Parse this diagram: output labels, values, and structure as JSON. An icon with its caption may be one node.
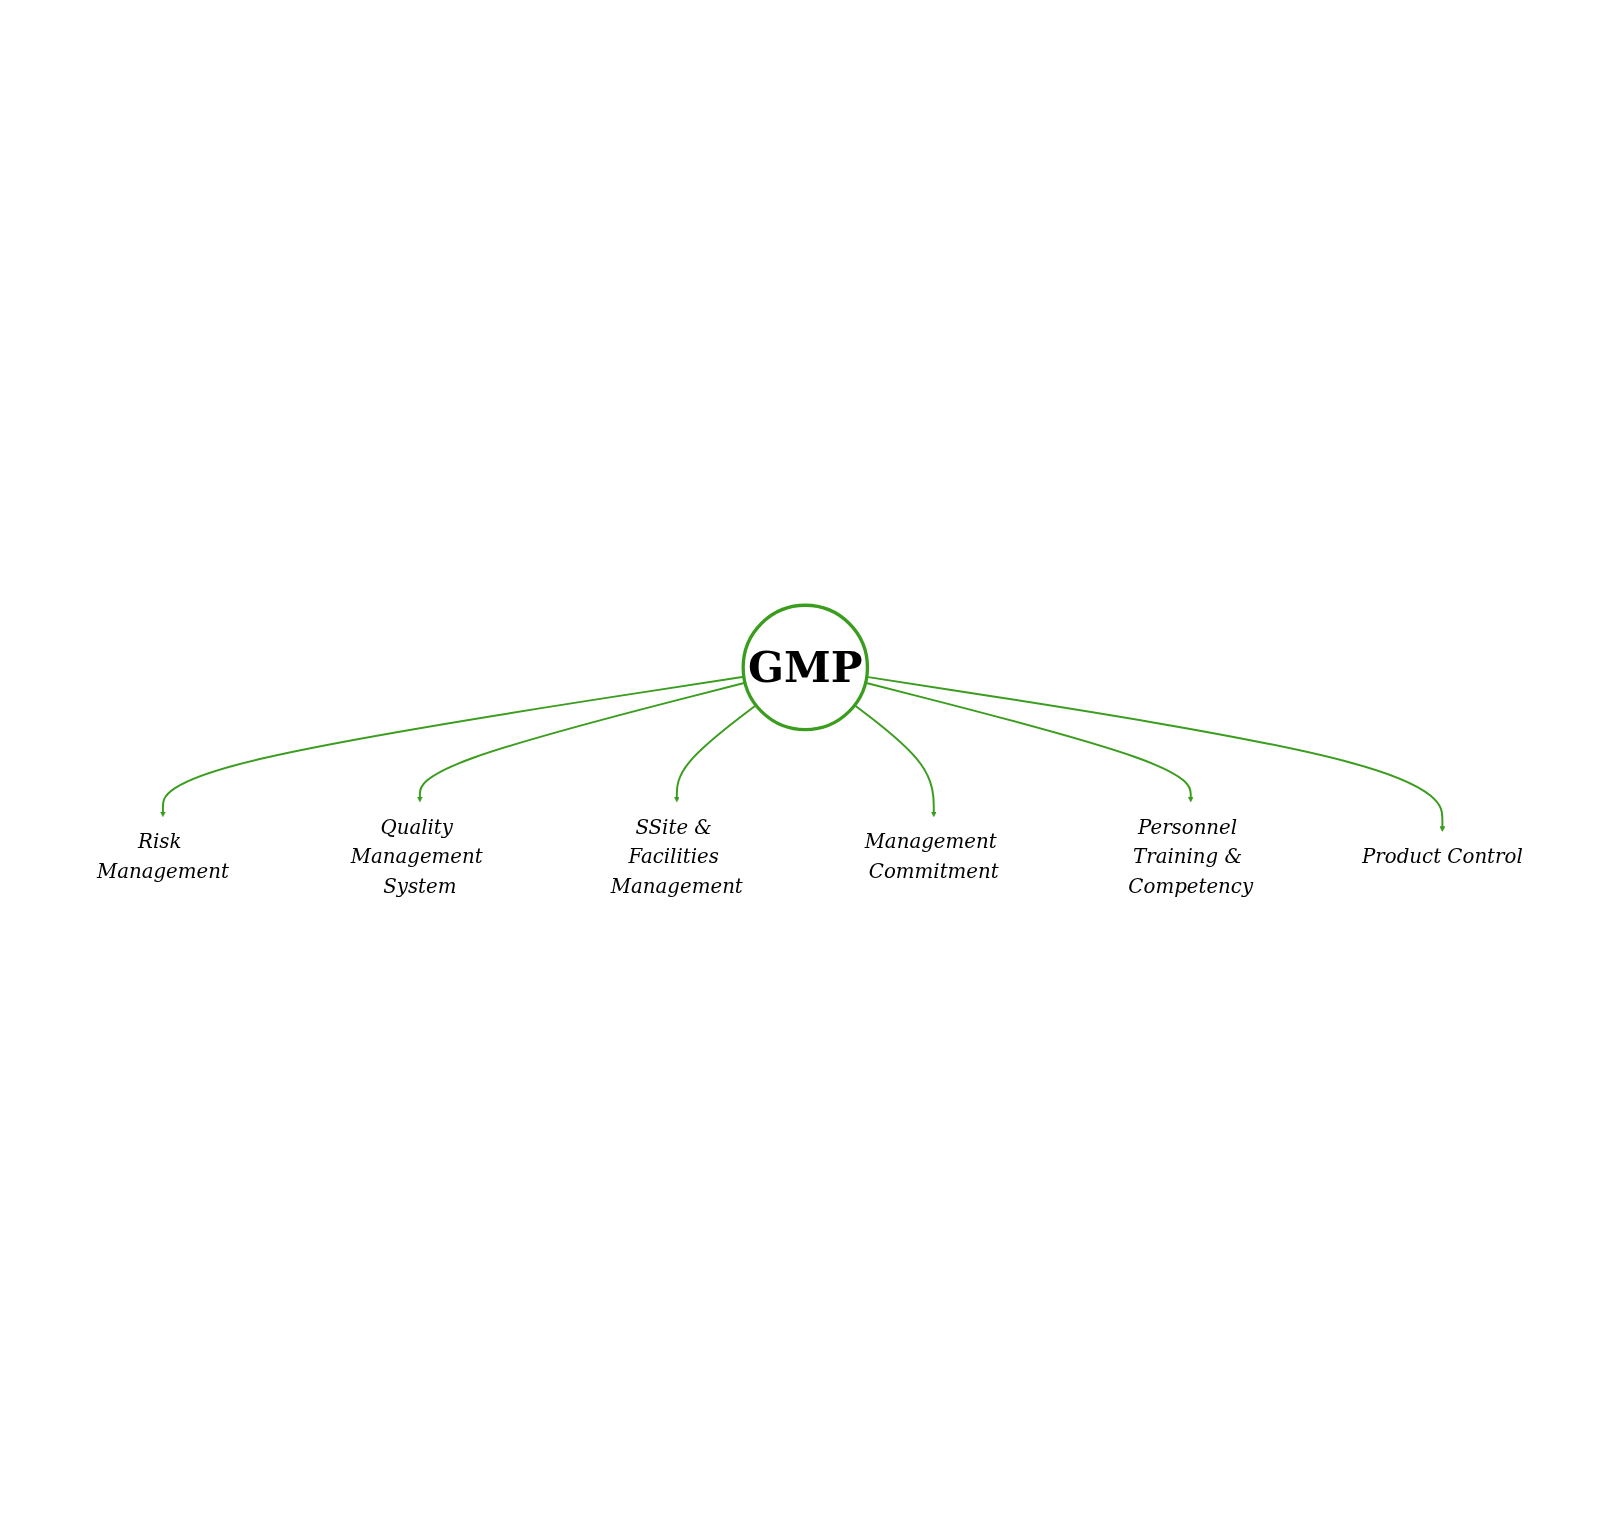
{
  "diagram": {
    "nodes": [
      {
        "text": [
          "GMP"
        ]
      },
      {
        "text": [
          "Risk Management"
        ]
      },
      {
        "text": [
          "Quality Management System"
        ]
      },
      {
        "text": [
          "SSite & Facilities Management"
        ]
      },
      {
        "text": [
          "Management Commitment"
        ]
      },
      {
        "text": [
          "Personnel Training & Competency"
        ]
      },
      {
        "text": [
          "Product Control"
        ]
      }
    ],
    "edges": [
      {
        "from": 0,
        "to": 1,
        "arrow": "to"
      },
      {
        "from": 0,
        "to": 2,
        "arrow": "to"
      },
      {
        "from": 0,
        "to": 3,
        "arrow": "to"
      },
      {
        "from": 0,
        "to": 4,
        "arrow": "to"
      },
      {
        "from": 0,
        "to": 5,
        "arrow": "to"
      },
      {
        "from": 0,
        "to": 6,
        "arrow": "to"
      }
    ]
  }
}
